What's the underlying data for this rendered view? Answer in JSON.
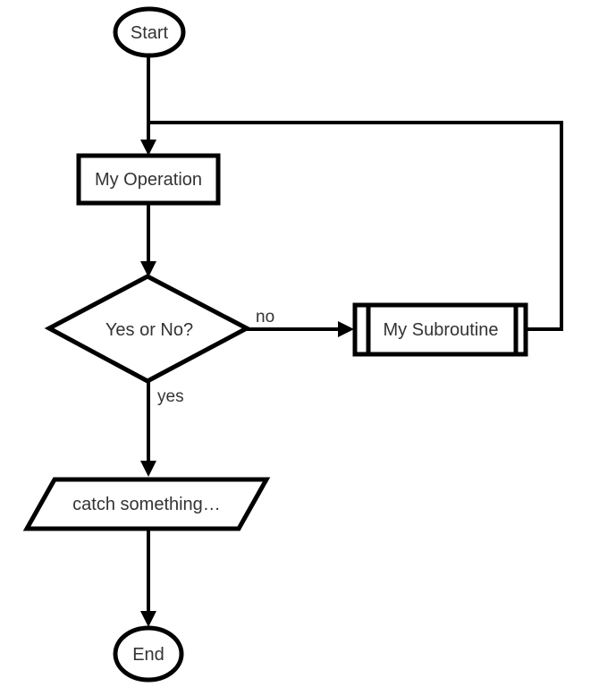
{
  "colors": {
    "stroke": "#000000",
    "text": "#333333",
    "background": "#ffffff"
  },
  "diagram": {
    "nodes": {
      "start": {
        "label": "Start",
        "shape": "terminator"
      },
      "operation": {
        "label": "My Operation",
        "shape": "process"
      },
      "decision": {
        "label": "Yes or No?",
        "shape": "decision"
      },
      "subroutine": {
        "label": "My Subroutine",
        "shape": "predefined-process"
      },
      "catch": {
        "label": "catch something…",
        "shape": "parallelogram"
      },
      "end": {
        "label": "End",
        "shape": "terminator"
      }
    },
    "edge_labels": {
      "no": "no",
      "yes": "yes"
    }
  }
}
